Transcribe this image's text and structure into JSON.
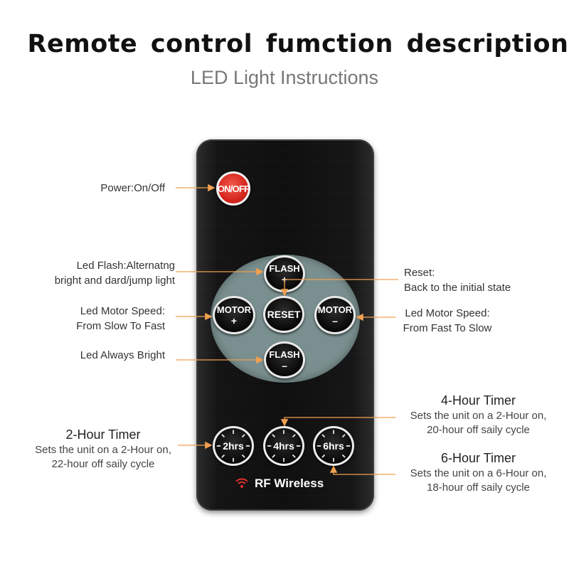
{
  "header": {
    "title": "Remote control fumction description",
    "subtitle": "LED Light Instructions"
  },
  "remote": {
    "power_label": "ON/OFF",
    "flash_up": {
      "label": "FLASH",
      "symbol": "+"
    },
    "motor_plus": {
      "label": "MOTOR",
      "symbol": "+"
    },
    "reset_label": "RESET",
    "motor_minus": {
      "label": "MOTOR",
      "symbol": "–"
    },
    "flash_down": {
      "label": "FLASH",
      "symbol": "–"
    },
    "timers": [
      "2hrs",
      "4hrs",
      "6hrs"
    ],
    "rf_label": "RF Wireless"
  },
  "callouts": {
    "power": "Power:On/Off",
    "flash_alt": [
      "Led Flash:Alternatng",
      "bright and dard/jump light"
    ],
    "motor_speed_left": [
      "Led Motor Speed:",
      "From Slow To Fast"
    ],
    "always_bright": "Led Always Bright",
    "reset": [
      "Reset:",
      "Back to the initial state"
    ],
    "motor_speed_right": [
      "Led Motor Speed:",
      "From Fast To Slow"
    ],
    "timer2": {
      "title": "2-Hour Timer",
      "desc": [
        "Sets  the unit on a 2-Hour on,",
        "22-hour off saily cycle"
      ]
    },
    "timer4": {
      "title": "4-Hour Timer",
      "desc": [
        "Sets  the unit on a 2-Hour on,",
        "20-hour off saily cycle"
      ]
    },
    "timer6": {
      "title": "6-Hour Timer",
      "desc": [
        "Sets  the unit on a 6-Hour on,",
        "18-hour off saily cycle"
      ]
    }
  },
  "colors": {
    "leader_line": "#f0a050",
    "power_button": "#d6261e",
    "pad": "#7a8f8f",
    "remote_body": "#0d0d0d"
  }
}
